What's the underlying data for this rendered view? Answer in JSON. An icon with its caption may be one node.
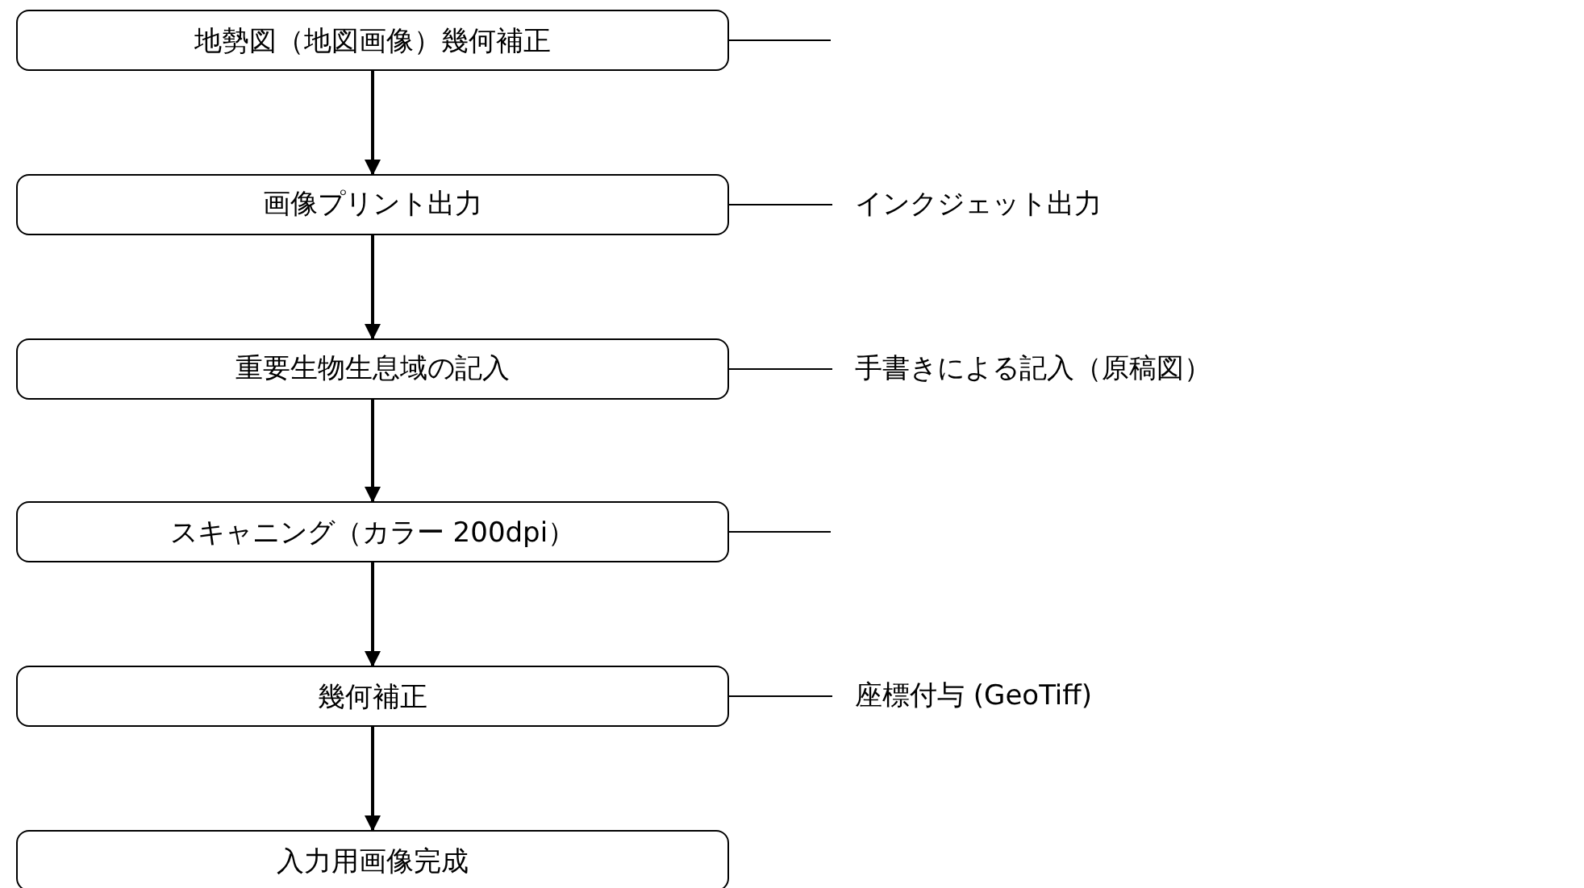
{
  "diagram": {
    "nodes": [
      {
        "text": [
          "地勢図（地図画像）幾何補正"
        ]
      },
      {
        "text": [
          "画像プリント出力"
        ]
      },
      {
        "text": [
          "重要生物生息域の記入"
        ]
      },
      {
        "text": [
          "スキャニング（カラー 200dpi）"
        ]
      },
      {
        "text": [
          "幾何補正"
        ]
      },
      {
        "text": [
          "入力用画像完成"
        ]
      },
      {
        "text": [
          "インクジェット出力"
        ]
      },
      {
        "text": [
          "手書きによる記入（原稿図）"
        ]
      },
      {
        "text": [
          "座標付与 (GeoTiff)"
        ]
      }
    ],
    "edges": [
      {
        "from": 0,
        "to": 1,
        "arrow": "to"
      },
      {
        "from": 1,
        "to": 2,
        "arrow": "to"
      },
      {
        "from": 2,
        "to": 3,
        "arrow": "to"
      },
      {
        "from": 3,
        "to": 4,
        "arrow": "to"
      },
      {
        "from": 4,
        "to": 5,
        "arrow": "to"
      },
      {
        "from": 0,
        "to": null,
        "arrow": "none"
      },
      {
        "from": 1,
        "to": 6,
        "arrow": "none"
      },
      {
        "from": 2,
        "to": 7,
        "arrow": "none"
      },
      {
        "from": 3,
        "to": null,
        "arrow": "none"
      },
      {
        "from": 4,
        "to": 8,
        "arrow": "none"
      }
    ]
  }
}
